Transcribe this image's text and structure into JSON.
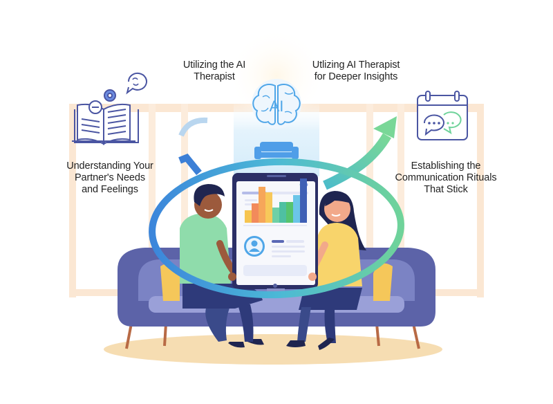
{
  "labels": {
    "top_left": {
      "line1": "Utilizing the AI",
      "line2": "Therapist"
    },
    "top_right": {
      "line1": "Utlizing AI Therapist",
      "line2": "for Deeper Insights"
    },
    "left": {
      "line1": "Understanding Your",
      "line2": "Partner's Needs",
      "line3": "and Feelings"
    },
    "right": {
      "line1": "Establishing the",
      "line2": "Communication Rituals",
      "line3": "That Stick"
    }
  },
  "center_icon": {
    "text": "AI",
    "icon": "brain-icon"
  },
  "icons": {
    "left": "book-gears-icon",
    "left_bubble": "refresh-speech-bubble-icon",
    "right": "calendar-chat-icon",
    "center_sofa": "sofa-icon"
  },
  "tablet": {
    "chart_bars": [
      {
        "height": 18,
        "color": "#f6c44f"
      },
      {
        "height": 28,
        "color": "#f28a5b"
      },
      {
        "height": 52,
        "color": "#f6a65a"
      },
      {
        "height": 44,
        "color": "#f7c85a"
      },
      {
        "height": 22,
        "color": "#6fd0a6"
      },
      {
        "height": 30,
        "color": "#4fc0a2"
      },
      {
        "height": 30,
        "color": "#56c46e"
      },
      {
        "height": 40,
        "color": "#6bc5e8"
      },
      {
        "height": 64,
        "color": "#3e5fb5"
      }
    ]
  },
  "colors": {
    "text": "#222222",
    "icon_stroke": "#4a55a2",
    "sofa": "#5c63a8",
    "sofa_light": "#7b83c4",
    "rug": "#f6ddb2",
    "window_frame": "#fbe7d3",
    "arrow_start": "#3c86db",
    "arrow_end": "#6fd39a",
    "shirt_man": "#8fdcab",
    "shirt_woman": "#f8d46b",
    "pants": "#3a4a8a",
    "skin_man": "#9c5a3c",
    "skin_woman": "#f2a98a",
    "hair": "#1f2550",
    "ai_blue": "#4fa6e8"
  }
}
